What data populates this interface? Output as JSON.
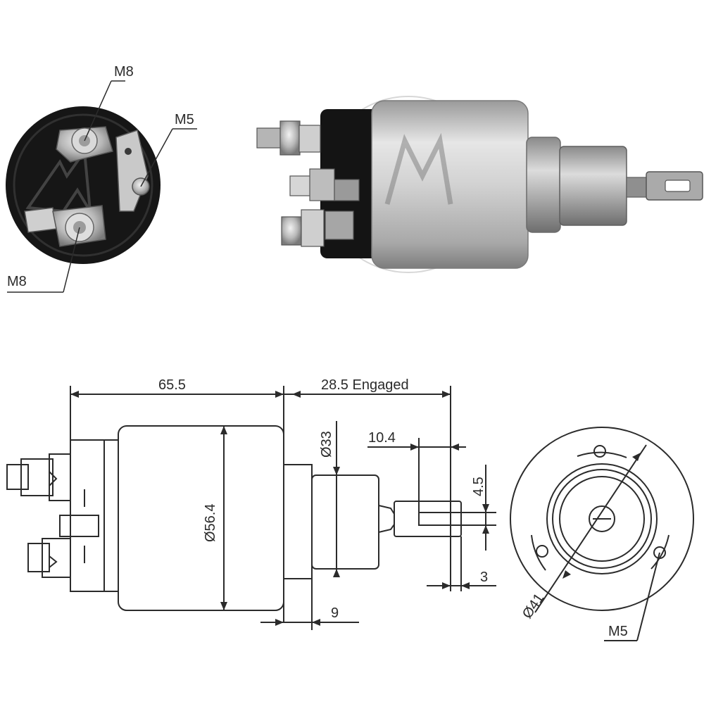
{
  "photo_end_view": {
    "callouts": [
      "M8",
      "M5",
      "M8"
    ]
  },
  "photo_side_view": {
    "body_color": "#c8c8c8",
    "cap_color": "#1a1a1a"
  },
  "drawing_side": {
    "dim_length": "65.5",
    "dim_engaged": "28.5 Engaged",
    "dim_body_dia": "Ø56.4",
    "dim_neck_dia": "Ø33",
    "dim_tab_length": "10.4",
    "dim_tab_width": "4.5",
    "dim_tab_end": "3",
    "dim_neck_step": "9"
  },
  "drawing_front": {
    "dim_bolt_circle": "Ø41",
    "thread_label": "M5"
  },
  "colors": {
    "line": "#2b2b2b",
    "metal_light": "#e3e3e3",
    "metal_dark": "#8c8c8c",
    "watermark": "#bdbdbd"
  }
}
